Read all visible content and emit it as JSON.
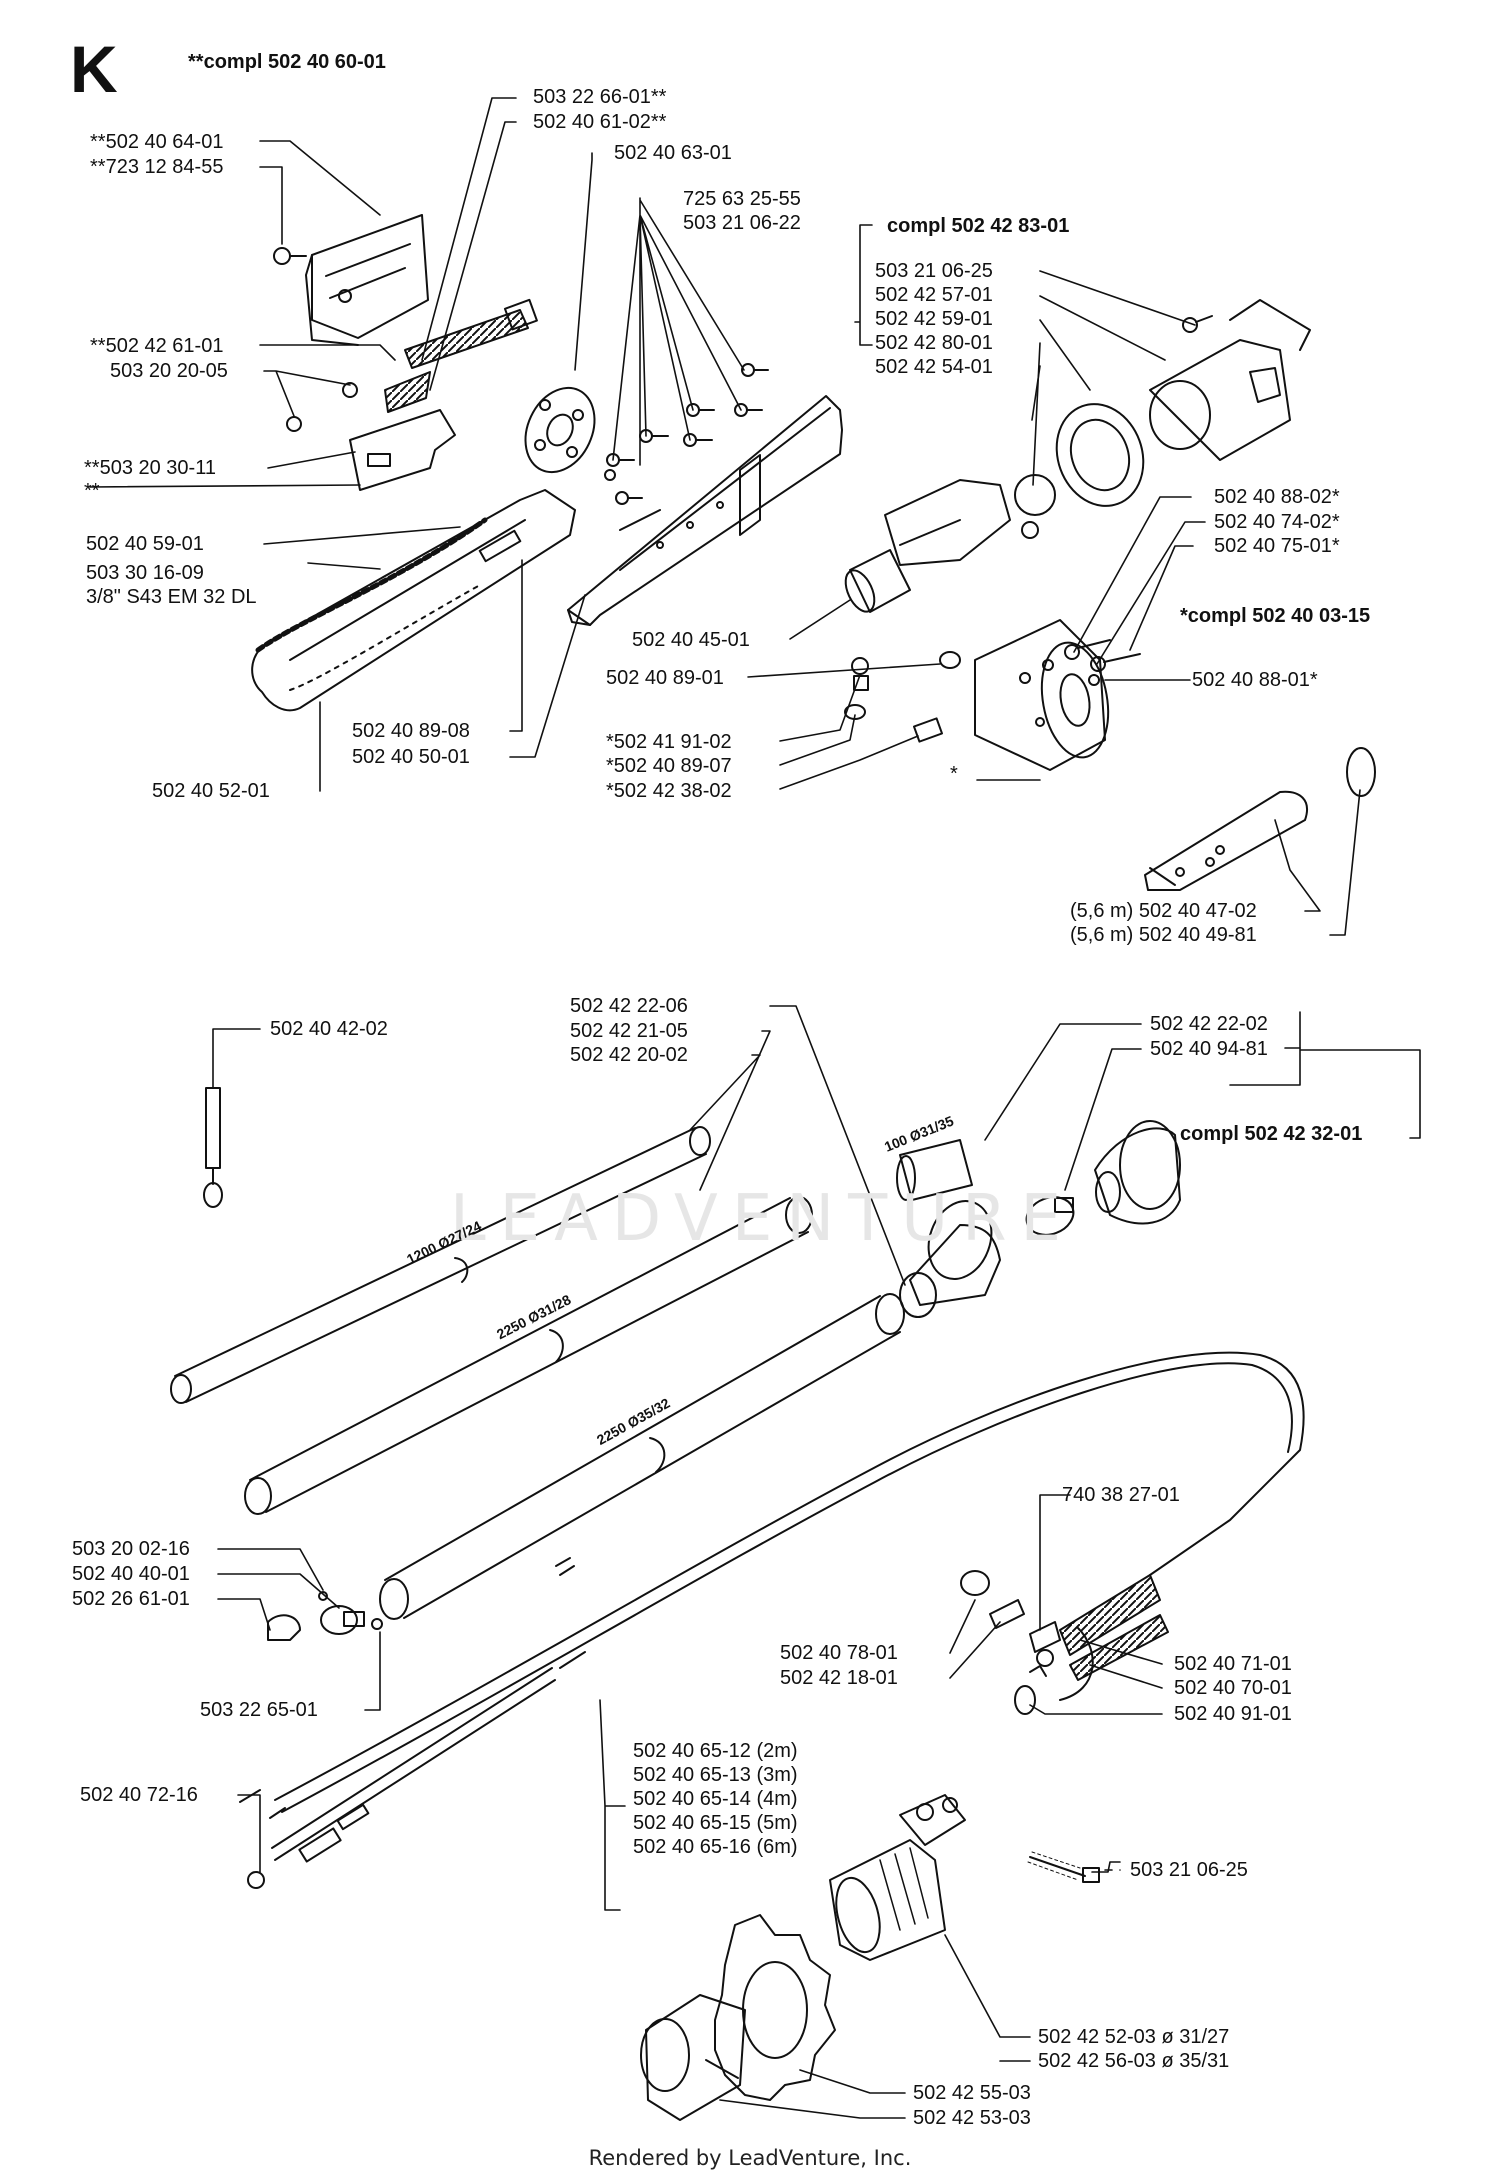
{
  "section_letter": "K",
  "assemblies": {
    "top": "**compl 502 40 60-01",
    "angle_gear": "compl 502 42 83-01",
    "gear_head": "*compl 502 40 03-15",
    "coupling": "compl 502 42 32-01"
  },
  "labels_top": {
    "l01": "503 22 66-01**",
    "l02": "502 40 61-02**",
    "l03": "**502 40 64-01",
    "l04": "**723 12 84-55",
    "l05": "502 40 63-01",
    "l06": "725 63 25-55",
    "l07": "503 21 06-22",
    "l08": "**502 42 61-01",
    "l09": "503 20 20-05",
    "l10": "**503 20 30-11",
    "l11": "**",
    "l12": "502 40 59-01",
    "l13": "503 30 16-09",
    "l14": "3/8\" S43 EM 32 DL",
    "l15": "502 40 45-01",
    "l16": "502 40 89-01",
    "l17": "*502 41 91-02",
    "l18": "*502 40 89-07",
    "l19": "*502 42 38-02",
    "l20": "502 40 89-08",
    "l21": "502 40 50-01",
    "l22": "502 40 52-01",
    "l23": "*",
    "l24": "503 21 06-25",
    "l25": "502 42 57-01",
    "l26": "502 42 59-01",
    "l27": "502 42 80-01",
    "l28": "502 42 54-01",
    "l29": "502 40 88-02*",
    "l30": "502 40 74-02*",
    "l31": "502 40 75-01*",
    "l32": "502 40 88-01*",
    "l33": "(5,6 m) 502 40 47-02",
    "l34": "(5,6 m) 502 40 49-81"
  },
  "labels_bottom": {
    "m01": "502 40 42-02",
    "m02": "502 42 22-06",
    "m03": "502 42 21-05",
    "m04": "502 42 20-02",
    "m05": "502 42 22-02",
    "m06": "502 40 94-81",
    "m07": "503 20 02-16",
    "m08": "502 40 40-01",
    "m09": "502 26 61-01",
    "m10": "503 22 65-01",
    "m11": "740 38 27-01",
    "m12": "502 40 78-01",
    "m13": "502 42 18-01",
    "m14": "502 40 71-01",
    "m15": "502 40 70-01",
    "m16": "502 40 91-01",
    "m17": "502 40 72-16",
    "m18": "502 40 65-12 (2m)",
    "m19": "502 40 65-13 (3m)",
    "m20": "502 40 65-14 (4m)",
    "m21": "502 40 65-15 (5m)",
    "m22": "502 40 65-16 (6m)",
    "m23": "503 21 06-25",
    "m24": "502 42 52-03 ø 31/27",
    "m25": "502 42 56-03 ø 35/31",
    "m26": "502 42 55-03",
    "m27": "502 42 53-03"
  },
  "tube_captions": {
    "t1": "100 Ø31/35",
    "t2": "1200 Ø27/24",
    "t3": "2250 Ø31/28",
    "t4": "2250 Ø35/32"
  },
  "watermark": "LEADVENTURE",
  "footer": "Rendered by LeadVenture, Inc."
}
